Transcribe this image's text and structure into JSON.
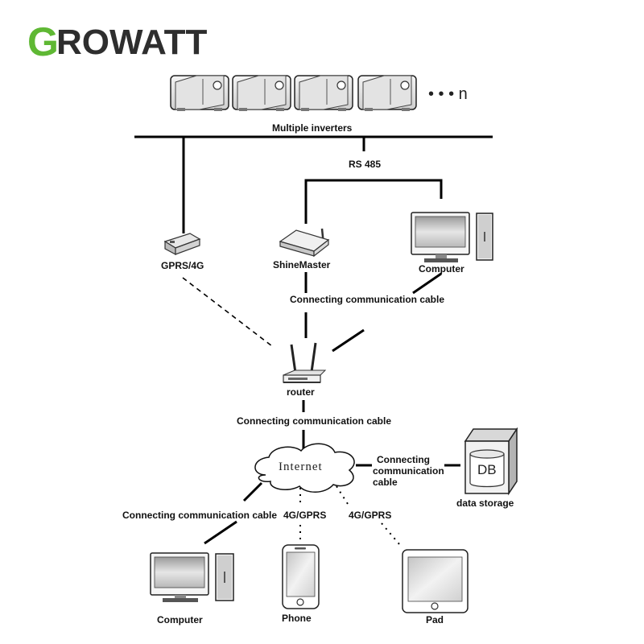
{
  "logo": {
    "first_letter": "G",
    "rest": "ROWATT",
    "brand_color": "#5fb834",
    "text_color": "#2e2e2e"
  },
  "inverters": {
    "more_indicator": "• • • n",
    "bus_label": "Multiple inverters",
    "protocol_label": "RS 485"
  },
  "nodes": {
    "gprs": "GPRS/4G",
    "shinemaster": "ShineMaster",
    "computer_top": "Computer",
    "router": "router",
    "internet": "Internet",
    "db_icon_text": "DB",
    "data_storage": "data storage",
    "computer_bottom": "Computer",
    "phone": "Phone",
    "pad": "Pad"
  },
  "links": {
    "shinemaster_router": "Connecting communication cable",
    "router_internet": "Connecting communication cable",
    "internet_db": [
      "Connecting",
      "communication",
      "cable"
    ],
    "internet_computer": "Connecting communication cable",
    "internet_phone": "4G/GPRS",
    "internet_pad": "4G/GPRS"
  }
}
